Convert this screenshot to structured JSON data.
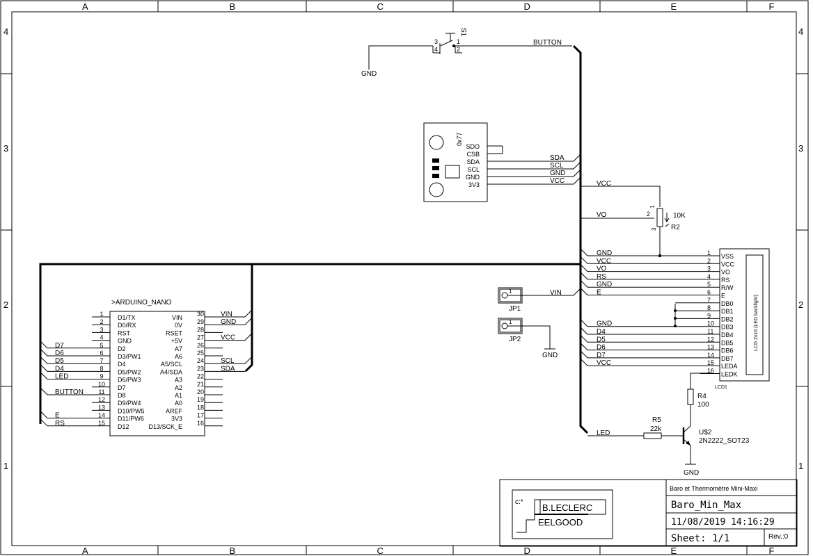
{
  "frame": {
    "columns": [
      "A",
      "B",
      "C",
      "D",
      "E",
      "F"
    ],
    "rows": [
      "4",
      "3",
      "2",
      "1"
    ]
  },
  "switch": {
    "ref": "S1",
    "pins": [
      "3",
      "4",
      "1",
      "2"
    ],
    "gnd": "GND",
    "net": "BUTTON"
  },
  "sensor": {
    "address": "0x77",
    "pins": [
      "SDO",
      "CSB",
      "SDA",
      "SCL",
      "GND",
      "3V3"
    ],
    "nets": [
      "SDA",
      "SCL",
      "GND",
      "VCC"
    ]
  },
  "pot": {
    "value": "10K",
    "ref": "R2",
    "pins": [
      "1",
      "2",
      "3"
    ],
    "nets": [
      "VCC",
      "VO"
    ]
  },
  "arduino": {
    "name": ">ARDUINO_NANO",
    "left_pins": [
      {
        "num": "1",
        "name": "D1/TX",
        "net": ""
      },
      {
        "num": "2",
        "name": "D0/RX",
        "net": ""
      },
      {
        "num": "3",
        "name": "RST",
        "net": ""
      },
      {
        "num": "4",
        "name": "GND",
        "net": ""
      },
      {
        "num": "5",
        "name": "D2",
        "net": "D7"
      },
      {
        "num": "6",
        "name": "D3/PW1",
        "net": "D6"
      },
      {
        "num": "7",
        "name": "D4",
        "net": "D5"
      },
      {
        "num": "8",
        "name": "D5/PW2",
        "net": "D4"
      },
      {
        "num": "9",
        "name": "D6/PW3",
        "net": "LED"
      },
      {
        "num": "10",
        "name": "D7",
        "net": ""
      },
      {
        "num": "11",
        "name": "D8",
        "net": "BUTTON"
      },
      {
        "num": "12",
        "name": "D9/PW4",
        "net": ""
      },
      {
        "num": "13",
        "name": "D10/PW5",
        "net": ""
      },
      {
        "num": "14",
        "name": "D11/PW6",
        "net": "E"
      },
      {
        "num": "15",
        "name": "D12",
        "net": "RS"
      }
    ],
    "right_pins": [
      {
        "num": "30",
        "name": "VIN",
        "net": "VIN"
      },
      {
        "num": "29",
        "name": "0V",
        "net": "GND"
      },
      {
        "num": "28",
        "name": "RSET",
        "net": ""
      },
      {
        "num": "27",
        "name": "+5V",
        "net": "VCC"
      },
      {
        "num": "26",
        "name": "A7",
        "net": ""
      },
      {
        "num": "25",
        "name": "A6",
        "net": ""
      },
      {
        "num": "24",
        "name": "A5/SCL",
        "net": "SCL"
      },
      {
        "num": "23",
        "name": "A4/SDA",
        "net": "SDA"
      },
      {
        "num": "22",
        "name": "A3",
        "net": ""
      },
      {
        "num": "21",
        "name": "A2",
        "net": ""
      },
      {
        "num": "20",
        "name": "A1",
        "net": ""
      },
      {
        "num": "19",
        "name": "A0",
        "net": ""
      },
      {
        "num": "18",
        "name": "AREF",
        "net": ""
      },
      {
        "num": "17",
        "name": "3V3",
        "net": ""
      },
      {
        "num": "16",
        "name": "D13/SCK_E",
        "net": ""
      }
    ]
  },
  "jp1": {
    "ref": "JP1",
    "pin": "1",
    "net": "VIN"
  },
  "jp2": {
    "ref": "JP2",
    "pin": "1",
    "net": "GND"
  },
  "lcd": {
    "ref": "LCD1",
    "label": "LCD 2x16 (LED backlight)",
    "pins": [
      {
        "num": "1",
        "name": "VSS",
        "net": "GND"
      },
      {
        "num": "2",
        "name": "VCC",
        "net": "VCC"
      },
      {
        "num": "3",
        "name": "VO",
        "net": "VO"
      },
      {
        "num": "4",
        "name": "RS",
        "net": "RS"
      },
      {
        "num": "5",
        "name": "R/W",
        "net": "GND"
      },
      {
        "num": "6",
        "name": "E",
        "net": "E"
      },
      {
        "num": "7",
        "name": "DB0",
        "net": ""
      },
      {
        "num": "8",
        "name": "DB1",
        "net": ""
      },
      {
        "num": "9",
        "name": "DB2",
        "net": ""
      },
      {
        "num": "10",
        "name": "DB3",
        "net": "GND"
      },
      {
        "num": "11",
        "name": "DB4",
        "net": "D4"
      },
      {
        "num": "12",
        "name": "DB5",
        "net": "D5"
      },
      {
        "num": "13",
        "name": "DB6",
        "net": "D6"
      },
      {
        "num": "14",
        "name": "DB7",
        "net": "D7"
      },
      {
        "num": "15",
        "name": "LEDA",
        "net": "VCC"
      },
      {
        "num": "16",
        "name": "LEDK",
        "net": ""
      }
    ]
  },
  "r4": {
    "ref": "R4",
    "value": "100"
  },
  "r5": {
    "ref": "R5",
    "value": "22k"
  },
  "transistor": {
    "ref": "U$2",
    "part": "2N2222_SOT23",
    "gnd": "GND"
  },
  "led_net": "LED",
  "title_block": {
    "logo_prefix": "c:*",
    "logo_name": "B.LECLERC",
    "logo_tag": "EELGOOD",
    "project": "Baro et Thermomètre Mini-Maxi",
    "name": "Baro_Min_Max",
    "date": "11/08/2019 14:16:29",
    "sheet": "Sheet: 1/1",
    "rev": "Rev.:0"
  }
}
